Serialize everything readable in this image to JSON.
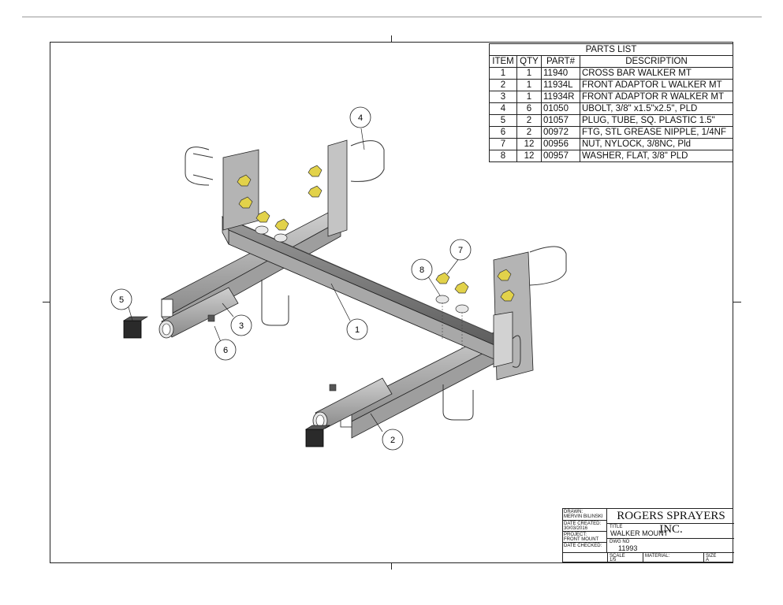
{
  "parts_list": {
    "title": "PARTS LIST",
    "headers": [
      "ITEM",
      "QTY",
      "PART#",
      "DESCRIPTION"
    ],
    "rows": [
      [
        "1",
        "1",
        "11940",
        "CROSS BAR WALKER MT"
      ],
      [
        "2",
        "1",
        "11934L",
        "FRONT ADAPTOR L WALKER MT"
      ],
      [
        "3",
        "1",
        "11934R",
        "FRONT ADAPTOR R WALKER MT"
      ],
      [
        "4",
        "6",
        "01050",
        "UBOLT, 3/8\" x1.5\"x2.5\", PLD"
      ],
      [
        "5",
        "2",
        "01057",
        "PLUG, TUBE, SQ. PLASTIC 1.5\""
      ],
      [
        "6",
        "2",
        "00972",
        "FTG, STL GREASE NIPPLE, 1/4NF"
      ],
      [
        "7",
        "12",
        "00956",
        "NUT, NYLOCK, 3/8NC, Pld"
      ],
      [
        "8",
        "12",
        "00957",
        "WASHER, FLAT, 3/8\" PLD"
      ]
    ]
  },
  "callouts": [
    "1",
    "2",
    "3",
    "4",
    "5",
    "6",
    "7",
    "8"
  ],
  "title_block": {
    "drawn_label": "DRAWN:",
    "drawn_value": "MERVIN BILINSKI",
    "created_label": "DATE CREATED:",
    "created_value": "30/03/2016",
    "project_label": "PROJECT:",
    "project_value": "FRONT MOUNT",
    "checked_label": "DATE CHECKED:",
    "company": "ROGERS SPRAYERS INC.",
    "title_label": "TITLE",
    "title_value": "WALKER MOUNT",
    "dwg_label": "DWG NO",
    "dwg_value": "11993",
    "scale_label": "SCALE",
    "scale_value": "1/5",
    "material_label": "MATERIAL:",
    "size_label": "SIZE",
    "size_value": "A"
  }
}
